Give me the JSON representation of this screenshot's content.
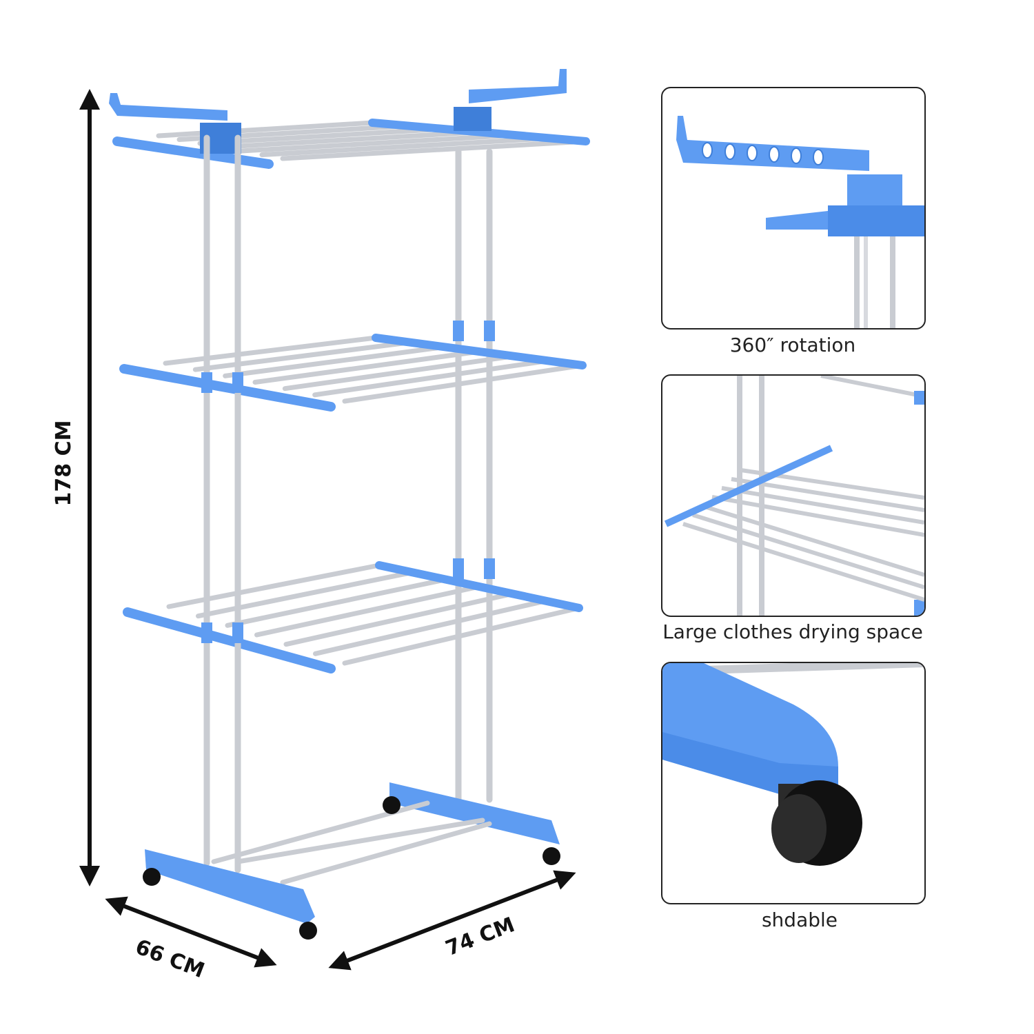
{
  "colors": {
    "plastic": "#5e9cf2",
    "plastic_dark": "#3f7fd9",
    "steel": "#c9ccd2",
    "wheel": "#111111",
    "arrow": "#111111"
  },
  "dimensions": {
    "height": "178 CM",
    "depth": "66 CM",
    "width": "74 CM"
  },
  "features": [
    {
      "caption": "360″ rotation",
      "icon": "rotating-wing-arm"
    },
    {
      "caption": "Large clothes drying space",
      "icon": "drying-rods"
    },
    {
      "caption": "shdable",
      "icon": "caster-wheel"
    }
  ]
}
